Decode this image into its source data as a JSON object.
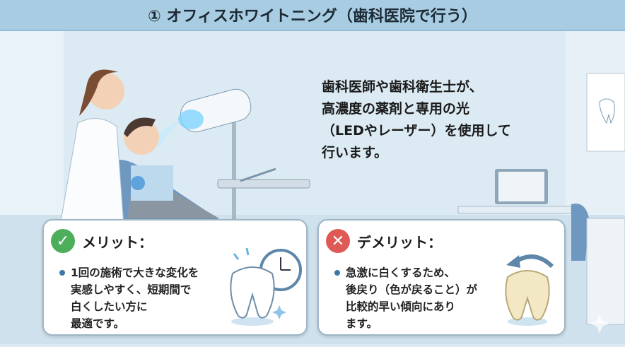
{
  "title": "① オフィスホワイトニング（歯科医院で行う）",
  "description": "歯科医師や歯科衛生士が、\n高濃度の薬剤と専用の光\n（LEDやレーザー）を使用して\n行います。",
  "merit": {
    "heading": "メリット：",
    "icon": "check-icon",
    "text": "1回の施術で大きな変化を\n実感しやすく、短期間で\n白くしたい方に\n最適です。"
  },
  "demerit": {
    "heading": "デメリット：",
    "icon": "x-icon",
    "text": "急激に白くするため、\n後戻り（色が戻ること）が\n比較的早い傾向にあり\nます。"
  },
  "colors": {
    "title_bar": "#a8cde2",
    "merit": "#4cae5b",
    "demerit": "#df5a56"
  }
}
